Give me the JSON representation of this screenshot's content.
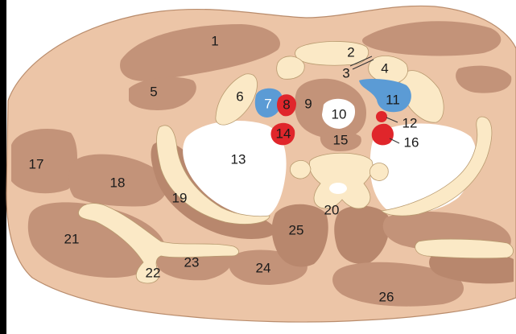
{
  "diagram": {
    "labels": [
      "1",
      "2",
      "3",
      "4",
      "5",
      "6",
      "7",
      "8",
      "9",
      "10",
      "11",
      "12",
      "13",
      "14",
      "15",
      "16",
      "17",
      "18",
      "19",
      "20",
      "21",
      "22",
      "23",
      "24",
      "25",
      "26"
    ]
  },
  "colors": {
    "skin": "#ecc5a7",
    "skin_edge": "#b98c6c",
    "muscle": "#c39379",
    "muscle_dark": "#a97a61",
    "bone": "#fbe9c6",
    "bone_edge": "#b89a6f",
    "vein": "#5b9bd5",
    "artery": "#e0262b",
    "lung": "#ffffff"
  }
}
